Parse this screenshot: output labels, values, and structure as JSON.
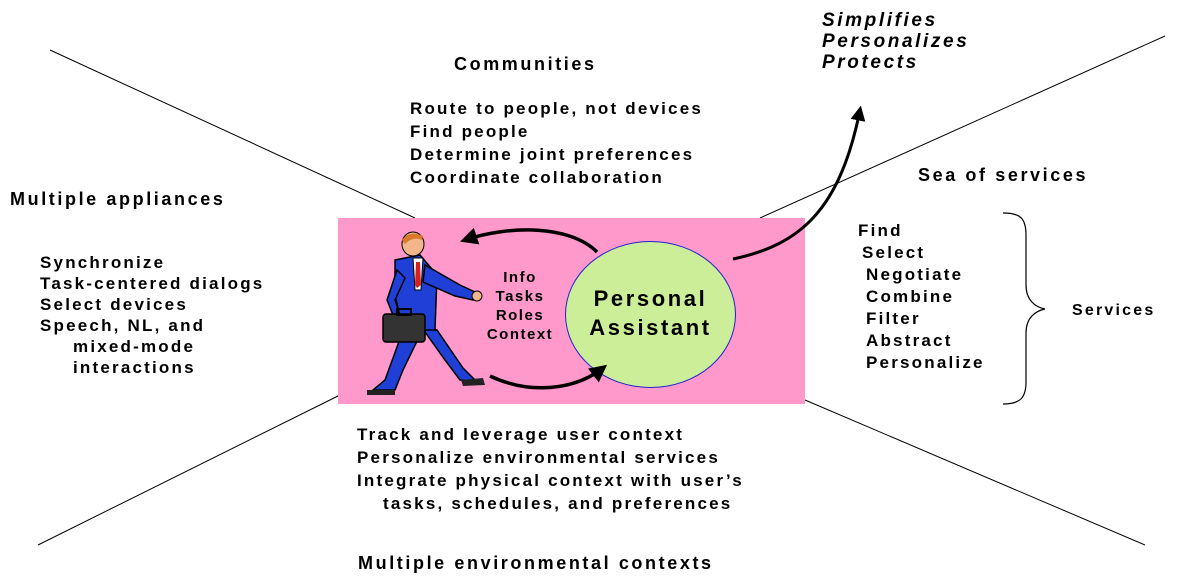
{
  "top_right": {
    "lines": [
      "Simplifies",
      "Personalizes",
      "Protects"
    ]
  },
  "communities": {
    "heading": "Communities",
    "items": [
      "Route to people, not devices",
      "Find people",
      "Determine joint preferences",
      "Coordinate collaboration"
    ]
  },
  "appliances": {
    "heading": "Multiple appliances",
    "items": [
      "Synchronize",
      "Task-centered dialogs",
      "Select devices",
      "Speech, NL, and",
      "mixed-mode",
      "interactions"
    ]
  },
  "services": {
    "heading": "Sea of services",
    "items": [
      "Find",
      "Select",
      "Negotiate",
      "Combine",
      "Filter",
      "Abstract",
      "Personalize"
    ],
    "brace_label": "Services"
  },
  "center": {
    "person_labels": [
      "Info",
      "Tasks",
      "Roles",
      "Context"
    ],
    "assistant_lines": [
      "Personal",
      "Assistant"
    ]
  },
  "environment": {
    "items": [
      "Track and leverage user context",
      "Personalize environmental services",
      "Integrate physical context with user’s",
      "tasks, schedules, and preferences"
    ],
    "heading": "Multiple environmental contexts"
  },
  "colors": {
    "box": "#ff99cc",
    "ellipse": "#ccee99",
    "ellipse_border": "#2222cc",
    "suit": "#1f3fd6"
  },
  "icons": [
    "businessman-clipart",
    "arrow",
    "curly-brace"
  ]
}
